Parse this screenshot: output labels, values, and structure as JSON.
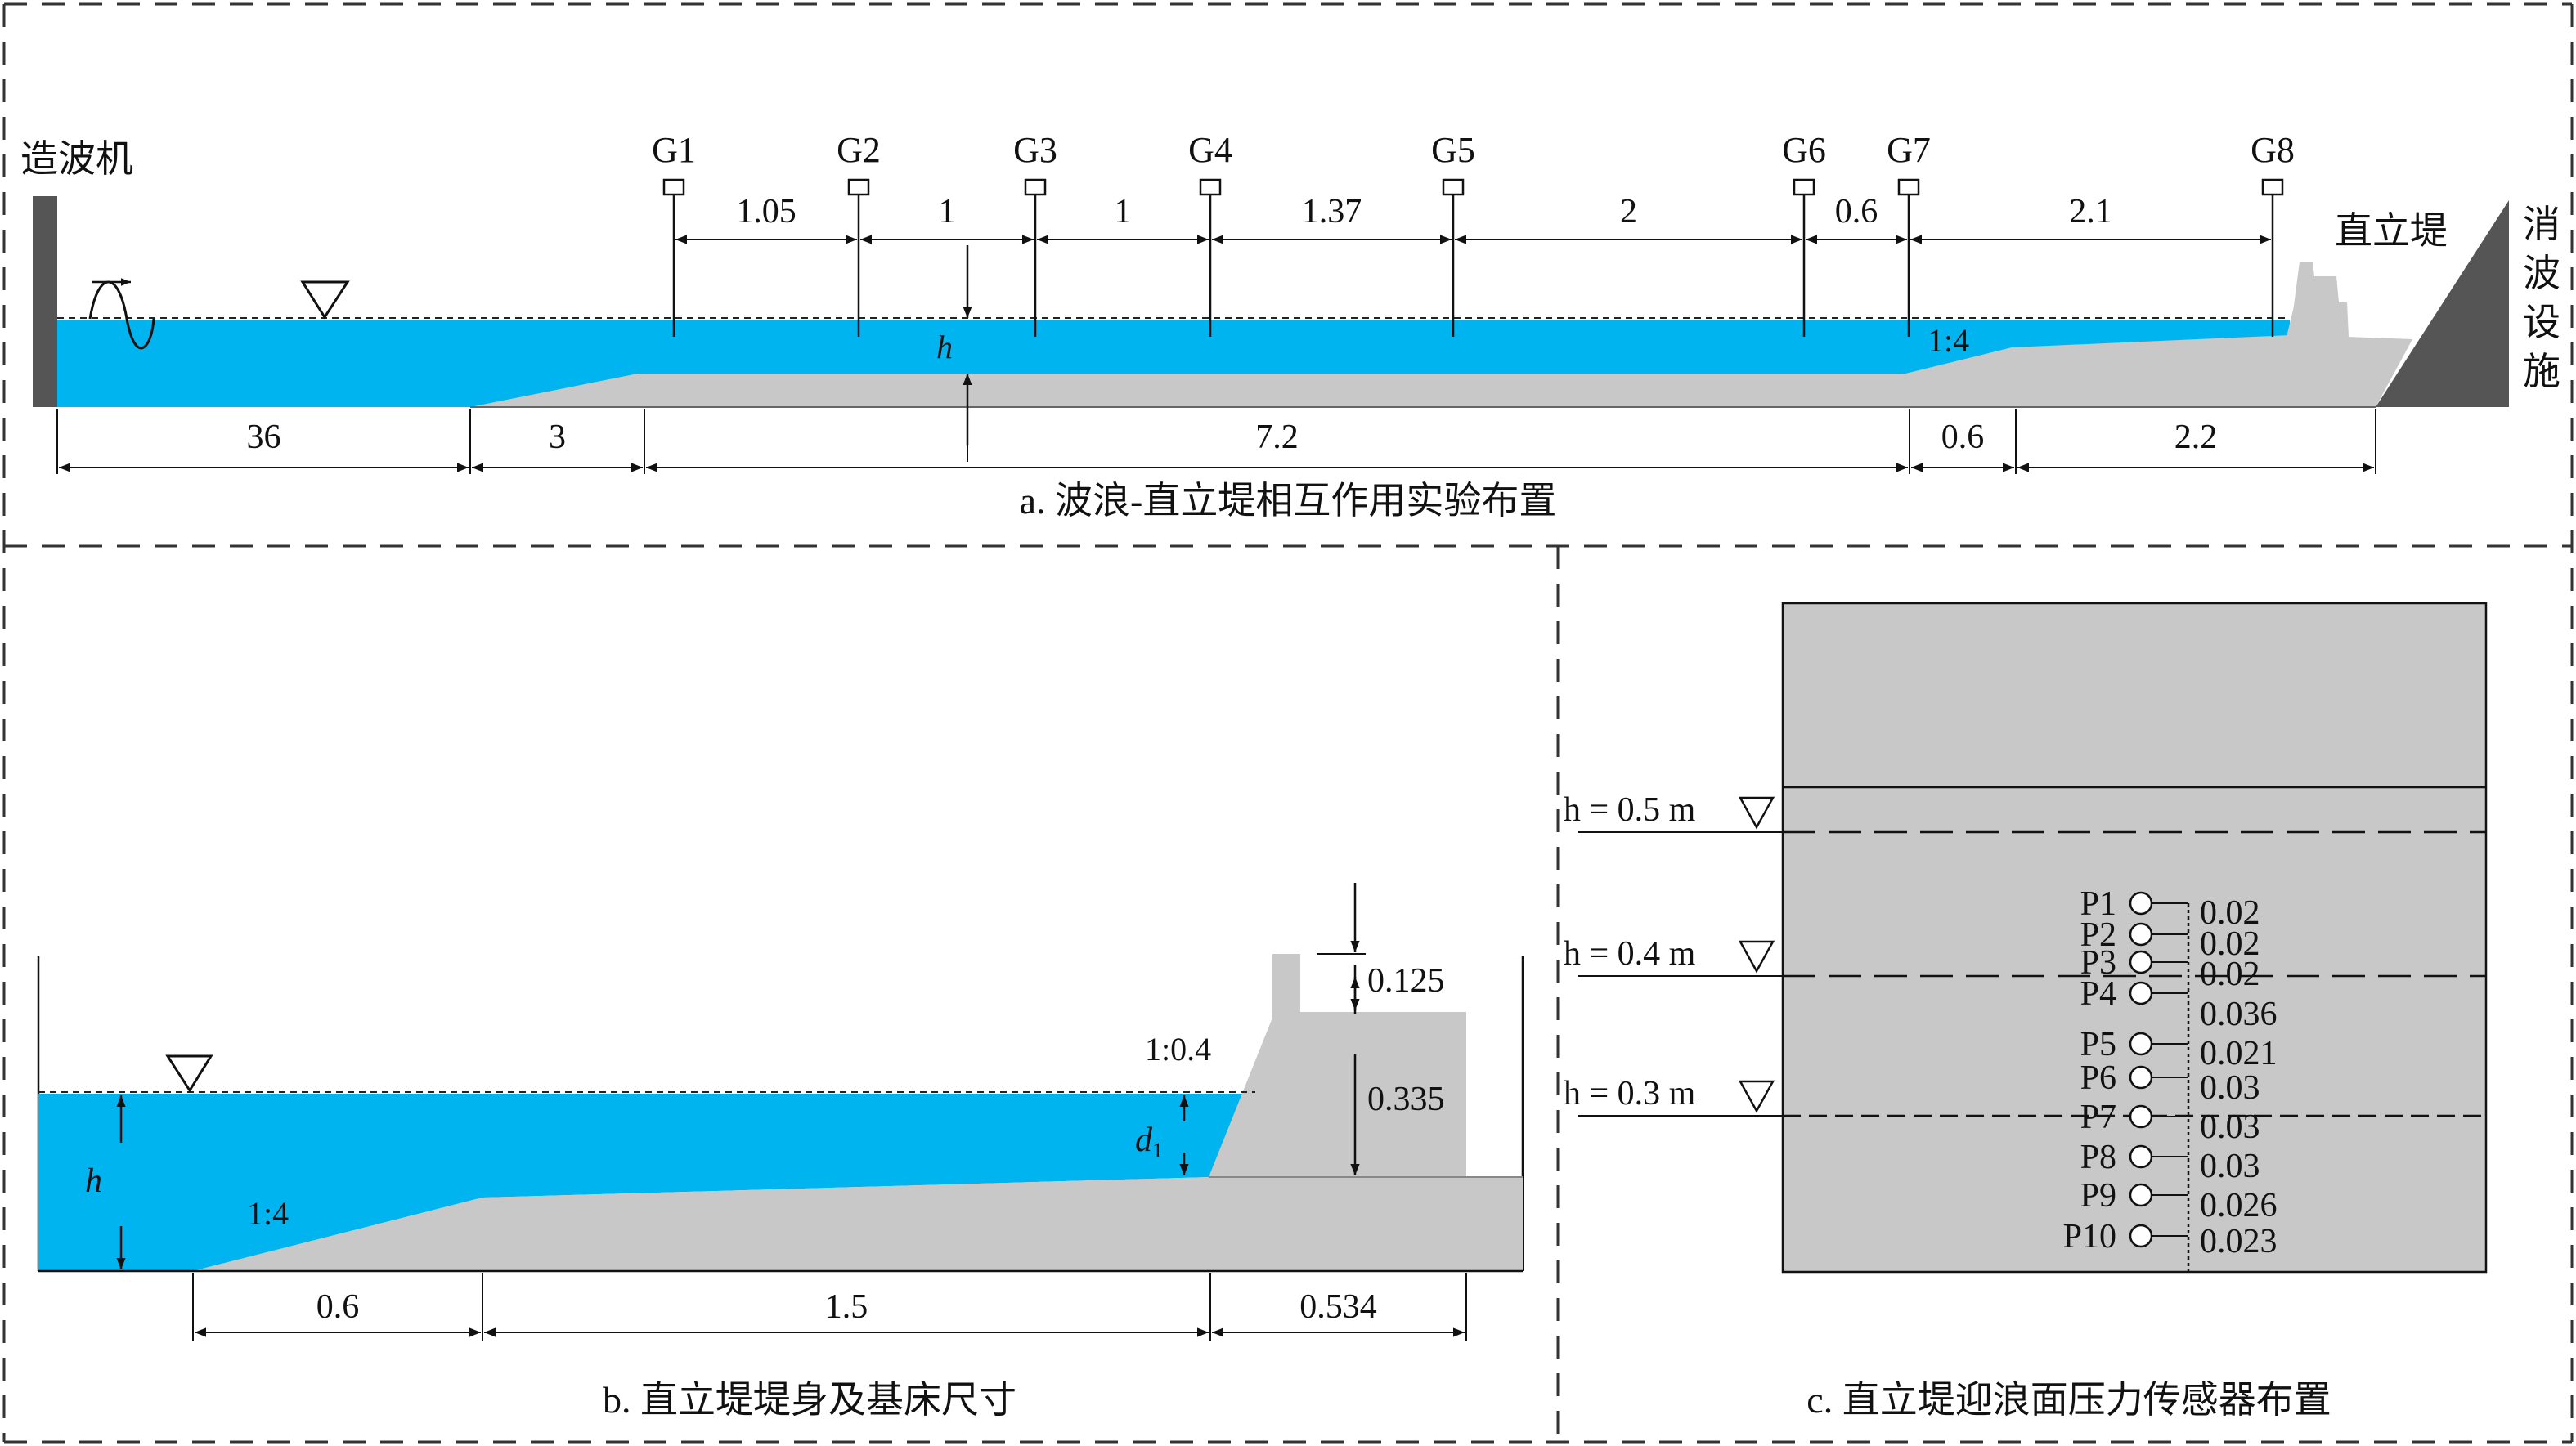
{
  "colors": {
    "water": "#00b4f0",
    "concrete": "#c8c8c8",
    "dark": "#555555",
    "line": "#111111"
  },
  "panel_a": {
    "wavemaker_label": "造波机",
    "breakwater_label": "直立堤",
    "absorber_label": [
      "消",
      "波",
      "设",
      "施"
    ],
    "gauges": [
      "G1",
      "G2",
      "G3",
      "G4",
      "G5",
      "G6",
      "G7",
      "G8"
    ],
    "gauge_spacings": [
      "1.05",
      "1",
      "1",
      "1.37",
      "2",
      "0.6",
      "2.1"
    ],
    "depth_label": "h",
    "slope_label": "1:4",
    "bottom_dims": [
      "36",
      "3",
      "7.2",
      "0.6",
      "2.2"
    ],
    "caption": "a. 波浪-直立堤相互作用实验布置"
  },
  "panel_b": {
    "depth_label": "h",
    "slope_label": "1:4",
    "face_slope_label": "1:0.4",
    "d1_main": "d",
    "d1_sub": "1",
    "vertical_dims": [
      "0.125",
      "0.335"
    ],
    "bottom_dims": [
      "0.6",
      "1.5",
      "0.534"
    ],
    "caption": "b. 直立堤堤身及基床尺寸"
  },
  "panel_c": {
    "levels": [
      "h = 0.5 m",
      "h = 0.4 m",
      "h = 0.3 m"
    ],
    "sensors": [
      "P1",
      "P2",
      "P3",
      "P4",
      "P5",
      "P6",
      "P7",
      "P8",
      "P9",
      "P10"
    ],
    "spacings": [
      "0.02",
      "0.02",
      "0.02",
      "0.036",
      "0.021",
      "0.03",
      "0.03",
      "0.03",
      "0.026",
      "0.023"
    ],
    "caption": "c. 直立堤迎浪面压力传感器布置"
  }
}
